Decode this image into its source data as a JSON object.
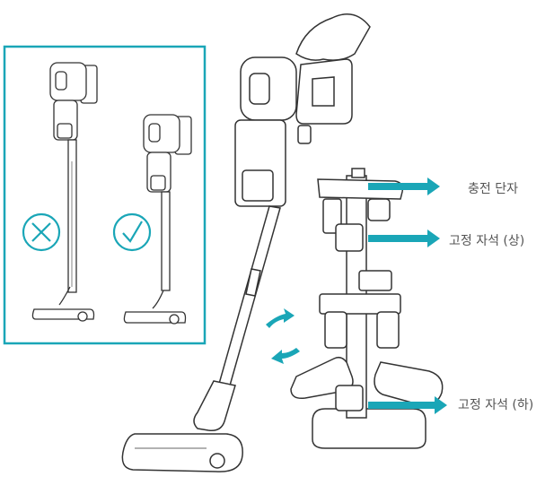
{
  "callouts": {
    "charging_terminal": "충전 단자",
    "upper_magnet": "고정 자석 (상)",
    "lower_magnet": "고정 자석 (하)"
  },
  "inset": {
    "wrong_icon": "cross-circle-icon",
    "correct_icon": "check-circle-icon"
  },
  "colors": {
    "accent": "#1aa6b7",
    "line": "#333333",
    "text": "#555555"
  }
}
